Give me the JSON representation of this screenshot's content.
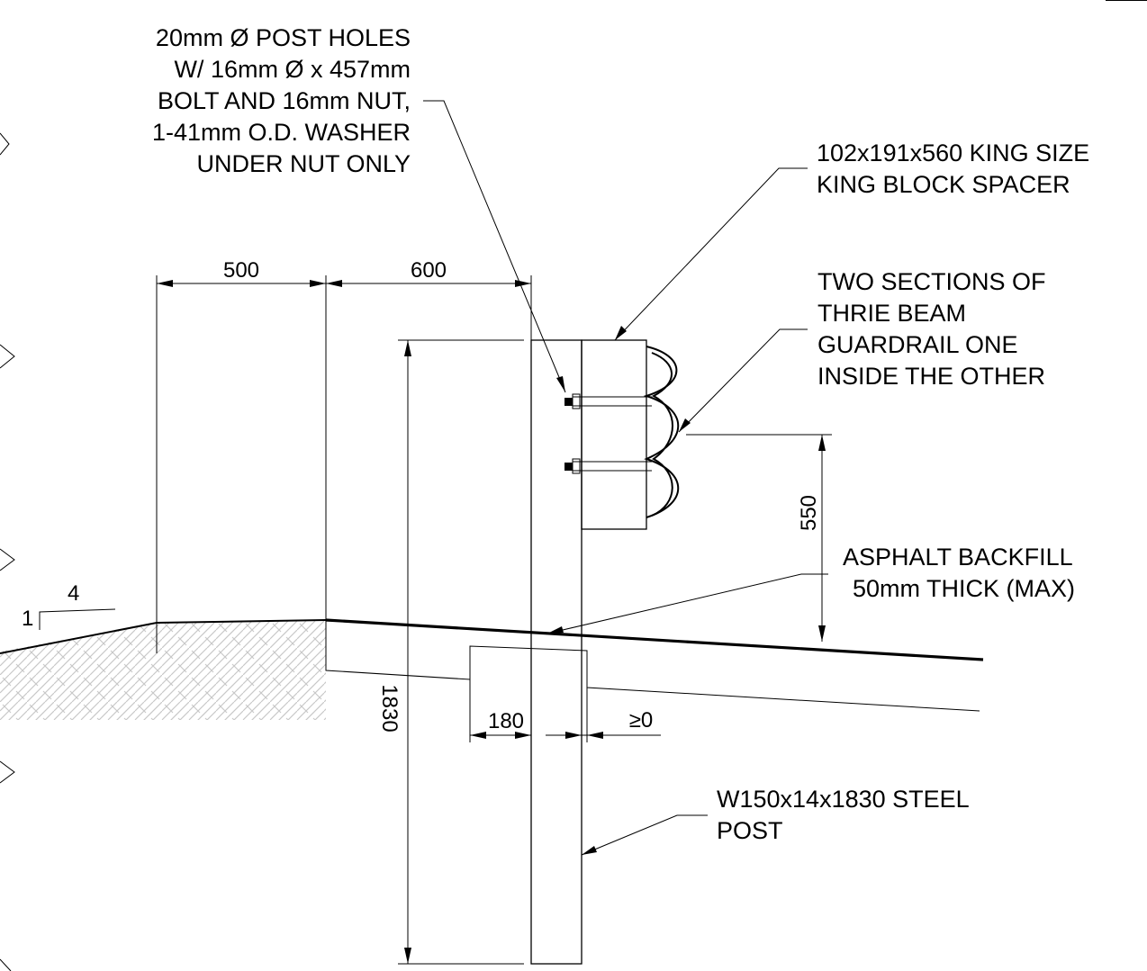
{
  "notes": {
    "post_holes": [
      "20mm Ø POST HOLES",
      "W/ 16mm Ø x 457mm",
      "BOLT AND 16mm NUT,",
      "1-41mm O.D. WASHER",
      "UNDER NUT ONLY"
    ],
    "spacer": [
      "102x191x560 KING SIZE",
      "KING BLOCK SPACER"
    ],
    "guardrail": [
      "TWO SECTIONS OF",
      "THRIE BEAM",
      "GUARDRAIL ONE",
      "INSIDE THE OTHER"
    ],
    "asphalt": [
      "ASPHALT BACKFILL",
      "50mm THICK (MAX)"
    ],
    "post": [
      "W150x14x1830 STEEL",
      "POST"
    ]
  },
  "dimensions": {
    "d500": "500",
    "d600": "600",
    "d550": "550",
    "d1830": "1830",
    "d180": "180",
    "d_ge0": "≥0"
  },
  "slope": {
    "rise": "1",
    "run": "4"
  },
  "colors": {
    "line": "#000000",
    "hatch": "#c8c8c8",
    "background": "#ffffff"
  }
}
